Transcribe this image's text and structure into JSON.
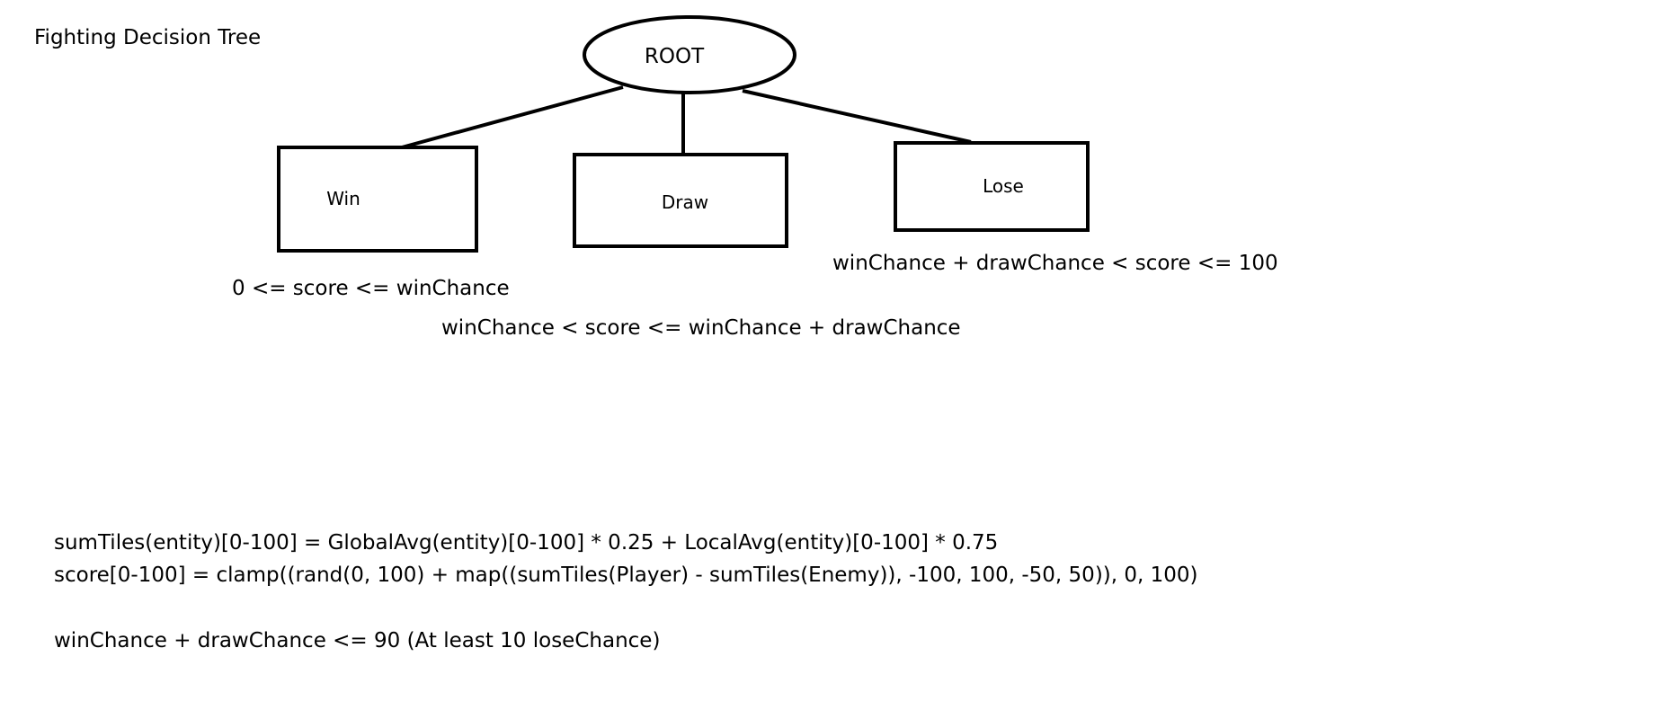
{
  "title": "Fighting Decision Tree",
  "tree": {
    "root": "ROOT",
    "children": [
      {
        "label": "Win",
        "condition": "0 <= score <= winChance"
      },
      {
        "label": "Draw",
        "condition": "winChance < score <= winChance + drawChance"
      },
      {
        "label": "Lose",
        "condition": "winChance + drawChance < score <= 100"
      }
    ]
  },
  "formulas": [
    "sumTiles(entity)[0-100] = GlobalAvg(entity)[0-100] * 0.25 + LocalAvg(entity)[0-100] * 0.75",
    "score[0-100] = clamp((rand(0, 100) + map((sumTiles(Player) - sumTiles(Enemy)), -100, 100, -50, 50)), 0, 100)",
    "winChance + drawChance <= 90 (At least 10 loseChance)"
  ],
  "colors": {
    "stroke": "#000000",
    "background": "#ffffff"
  }
}
